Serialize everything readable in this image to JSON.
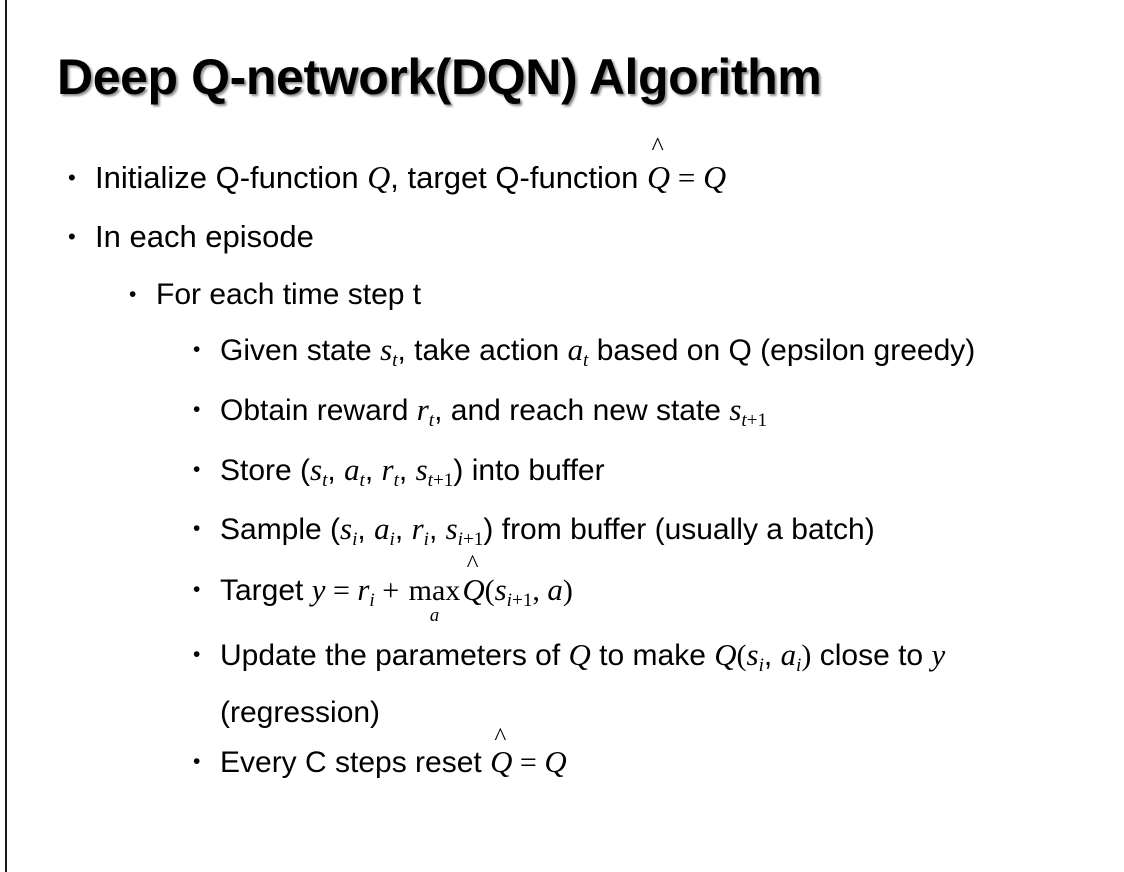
{
  "slide": {
    "title": "Deep Q-network(DQN) Algorithm",
    "background_color": "#ffffff",
    "text_color": "#000000",
    "rule_color": "#1a1a1a",
    "bullet_marker": "•"
  },
  "bullets": {
    "b1": {
      "level": 1,
      "text_plain": "Initialize Q-function Q, target Q-function Q̂ = Q",
      "seg_a": "Initialize Q-function ",
      "math_q1": "Q",
      "seg_b": ", target Q-function ",
      "math_qhat": "Q",
      "math_eq": " = ",
      "math_q2": "Q"
    },
    "b2": {
      "level": 1,
      "text_plain": "In each episode",
      "seg_a": "In each episode"
    },
    "b3": {
      "level": 2,
      "text_plain": "For each time step t",
      "seg_a": "For each time step t"
    },
    "b4": {
      "level": 3,
      "text_plain": "Given state s_t, take action a_t based on Q (epsilon greedy)",
      "seg_a": "Given state ",
      "math_s": "s",
      "math_s_sub": "t",
      "seg_b": ", take action ",
      "math_a": "a",
      "math_a_sub": "t",
      "seg_c": " based on Q (epsilon greedy)"
    },
    "b5": {
      "level": 3,
      "text_plain": "Obtain reward r_t, and reach new state s_{t+1}",
      "seg_a": "Obtain reward ",
      "math_r": "r",
      "math_r_sub": "t",
      "seg_b": ", and reach new state ",
      "math_s": "s",
      "math_s_sub_var": "t",
      "math_s_sub_num": "+1"
    },
    "b6": {
      "level": 3,
      "text_plain": "Store (s_t, a_t, r_t, s_{t+1}) into buffer",
      "seg_a": "Store (",
      "m1": "s",
      "m1s": "t",
      "sep1": ", ",
      "m2": "a",
      "m2s": "t",
      "sep2": ", ",
      "m3": "r",
      "m3s": "t",
      "sep3": ", ",
      "m4": "s",
      "m4s_var": "t",
      "m4s_num": "+1",
      "seg_b": ") into buffer"
    },
    "b7": {
      "level": 3,
      "text_plain": "Sample (s_i, a_i, r_i, s_{i+1}) from buffer (usually a batch)",
      "seg_a": "Sample (",
      "m1": "s",
      "m1s": "i",
      "sep1": ", ",
      "m2": "a",
      "m2s": "i",
      "sep2": ", ",
      "m3": "r",
      "m3s": "i",
      "sep3": ", ",
      "m4": "s",
      "m4s_var": "i",
      "m4s_num": "+1",
      "seg_b": ") from buffer (usually a batch)"
    },
    "b8": {
      "level": 3,
      "text_plain": "Target y = r_i + max_a Q̂(s_{i+1}, a)",
      "seg_a": "Target ",
      "math_y": "y",
      "eq1": " = ",
      "math_r": "r",
      "math_r_sub": "i",
      "plus": " + ",
      "op_max": "max",
      "op_limit": "a",
      "math_qhat": "Q",
      "paren_open": "(",
      "math_s": "s",
      "math_s_sub_var": "i",
      "math_s_sub_num": "+1",
      "comma": ", ",
      "math_a": "a",
      "paren_close": ")"
    },
    "b9": {
      "level": 3,
      "text_plain": "Update the parameters of Q to make Q(s_i, a_i) close to y (regression)",
      "seg_a": "Update the parameters of ",
      "math_q1": "Q",
      "seg_b": " to make ",
      "math_q2": "Q",
      "paren_open": "(",
      "m1": "s",
      "m1s": "i",
      "sep1": ", ",
      "m2": "a",
      "m2s": "i",
      "paren_close": ")",
      "seg_c": " close to ",
      "math_y": "y",
      "seg_d": " (regression)"
    },
    "b10": {
      "level": 3,
      "text_plain": "Every C steps reset Q̂ = Q",
      "seg_a": "Every C steps reset ",
      "math_qhat": "Q",
      "eq": " = ",
      "math_q": "Q"
    }
  }
}
